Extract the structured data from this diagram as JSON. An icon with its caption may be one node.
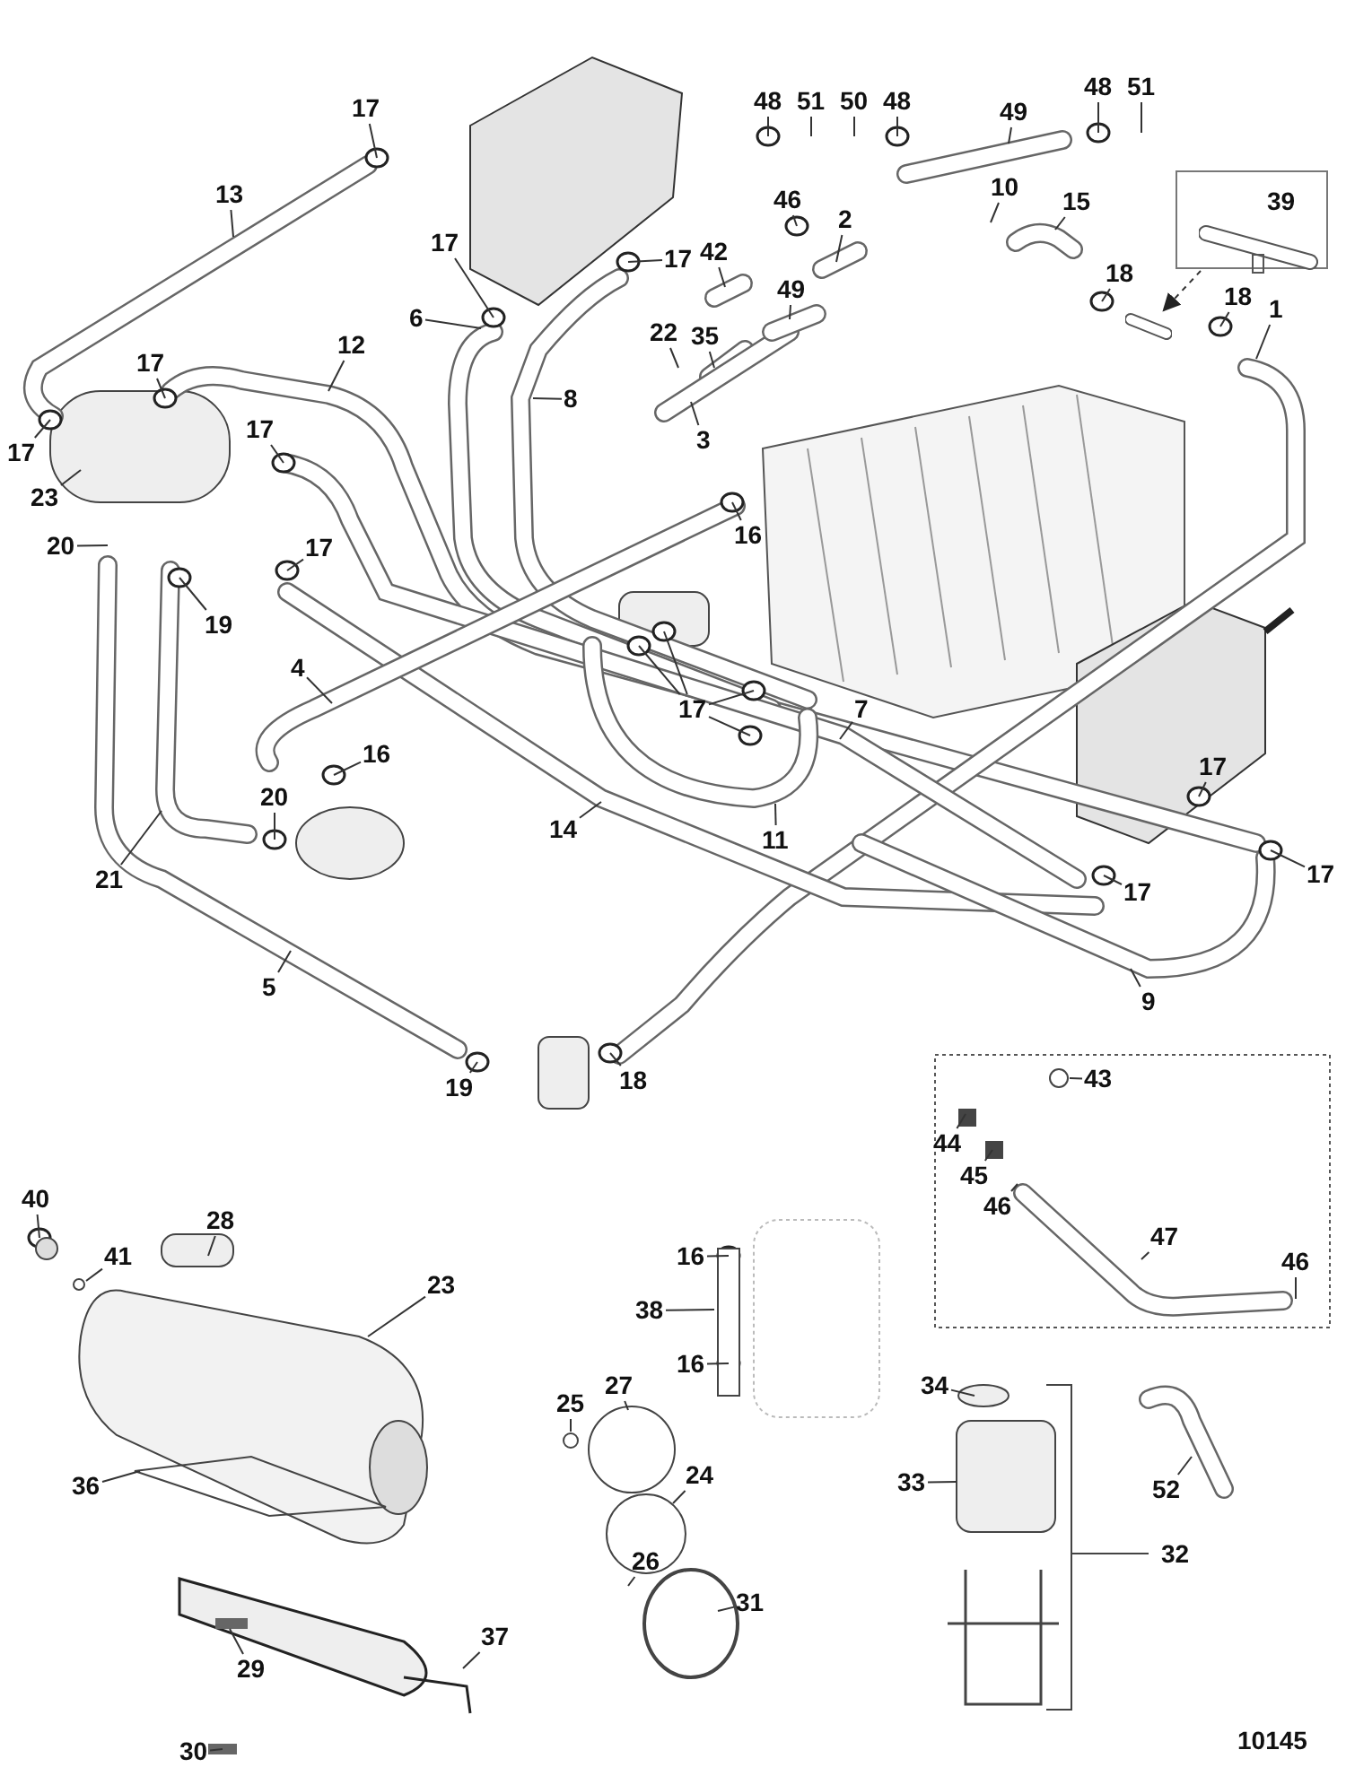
{
  "diagram": {
    "nodes": [
      {
        "text": [
          "17"
        ]
      },
      {
        "text": [
          "13"
        ]
      },
      {
        "text": [
          "17"
        ]
      },
      {
        "text": [
          "6"
        ]
      },
      {
        "text": [
          "12"
        ]
      },
      {
        "text": [
          "17"
        ]
      },
      {
        "text": [
          "17"
        ]
      },
      {
        "text": [
          "23"
        ]
      },
      {
        "text": [
          "17"
        ]
      },
      {
        "text": [
          "8"
        ]
      },
      {
        "text": [
          "20"
        ]
      },
      {
        "text": [
          "17"
        ]
      },
      {
        "text": [
          "22"
        ]
      },
      {
        "text": [
          "17"
        ]
      },
      {
        "text": [
          "48"
        ]
      },
      {
        "text": [
          "51"
        ]
      },
      {
        "text": [
          "50"
        ]
      },
      {
        "text": [
          "48"
        ]
      },
      {
        "text": [
          "49"
        ]
      },
      {
        "text": [
          "48"
        ]
      },
      {
        "text": [
          "51"
        ]
      },
      {
        "text": [
          "10"
        ]
      },
      {
        "text": [
          "39"
        ]
      },
      {
        "text": [
          "46"
        ]
      },
      {
        "text": [
          "2"
        ]
      },
      {
        "text": [
          "42"
        ]
      },
      {
        "text": [
          "49"
        ]
      },
      {
        "text": [
          "15"
        ]
      },
      {
        "text": [
          "18"
        ]
      },
      {
        "text": [
          "18"
        ]
      },
      {
        "text": [
          "1"
        ]
      },
      {
        "text": [
          "35"
        ]
      },
      {
        "text": [
          "3"
        ]
      },
      {
        "text": [
          "16"
        ]
      },
      {
        "text": [
          "19"
        ]
      },
      {
        "text": [
          "4"
        ]
      },
      {
        "text": [
          "16"
        ]
      },
      {
        "text": [
          "20"
        ]
      },
      {
        "text": [
          "14"
        ]
      },
      {
        "text": [
          "21"
        ]
      },
      {
        "text": [
          "5"
        ]
      },
      {
        "text": [
          "19"
        ]
      },
      {
        "text": [
          "18"
        ]
      },
      {
        "text": [
          "17"
        ]
      },
      {
        "text": [
          "7"
        ]
      },
      {
        "text": [
          "11"
        ]
      },
      {
        "text": [
          "17"
        ]
      },
      {
        "text": [
          "17"
        ]
      },
      {
        "text": [
          "17"
        ]
      },
      {
        "text": [
          "9"
        ]
      },
      {
        "text": [
          "43"
        ]
      },
      {
        "text": [
          "44"
        ]
      },
      {
        "text": [
          "45"
        ]
      },
      {
        "text": [
          "46"
        ]
      },
      {
        "text": [
          "47"
        ]
      },
      {
        "text": [
          "46"
        ]
      },
      {
        "text": [
          "40"
        ]
      },
      {
        "text": [
          "41"
        ]
      },
      {
        "text": [
          "28"
        ]
      },
      {
        "text": [
          "23"
        ]
      },
      {
        "text": [
          "36"
        ]
      },
      {
        "text": [
          "29"
        ]
      },
      {
        "text": [
          "37"
        ]
      },
      {
        "text": [
          "30"
        ]
      },
      {
        "text": [
          "25"
        ]
      },
      {
        "text": [
          "27"
        ]
      },
      {
        "text": [
          "24"
        ]
      },
      {
        "text": [
          "26"
        ]
      },
      {
        "text": [
          "31"
        ]
      },
      {
        "text": [
          "16"
        ]
      },
      {
        "text": [
          "38"
        ]
      },
      {
        "text": [
          "16"
        ]
      },
      {
        "text": [
          "34"
        ]
      },
      {
        "text": [
          "33"
        ]
      },
      {
        "text": [
          "52"
        ]
      },
      {
        "text": [],
        "shape": "picture"
      }
    ],
    "edges": [
      {
        "from": 0,
        "to": null,
        "arrow": "none"
      },
      {
        "from": 1,
        "to": null,
        "arrow": "none"
      },
      {
        "from": 2,
        "to": null,
        "arrow": "none"
      },
      {
        "from": 3,
        "to": null,
        "arrow": "none"
      },
      {
        "from": 4,
        "to": null,
        "arrow": "none"
      },
      {
        "from": 5,
        "to": null,
        "arrow": "none"
      },
      {
        "from": 6,
        "to": null,
        "arrow": "none"
      },
      {
        "from": 7,
        "to": null,
        "arrow": "none"
      },
      {
        "from": 8,
        "to": null,
        "arrow": "none"
      },
      {
        "from": 9,
        "to": null,
        "arrow": "none"
      },
      {
        "from": 10,
        "to": null,
        "arrow": "none"
      },
      {
        "from": 11,
        "to": null,
        "arrow": "none"
      },
      {
        "from": 12,
        "to": null,
        "arrow": "none"
      },
      {
        "from": 13,
        "to": null,
        "arrow": "none"
      },
      {
        "from": 14,
        "to": null,
        "arrow": "none"
      },
      {
        "from": 15,
        "to": null,
        "arrow": "none"
      },
      {
        "from": 16,
        "to": null,
        "arrow": "none"
      },
      {
        "from": 17,
        "to": null,
        "arrow": "none"
      },
      {
        "from": 18,
        "to": null,
        "arrow": "none"
      },
      {
        "from": 19,
        "to": null,
        "arrow": "none"
      },
      {
        "from": 20,
        "to": null,
        "arrow": "none"
      },
      {
        "from": 21,
        "to": null,
        "arrow": "none"
      },
      {
        "from": 22,
        "to": 75,
        "arrow": "to",
        "style": "dashed"
      },
      {
        "from": 23,
        "to": null,
        "arrow": "none"
      },
      {
        "from": 24,
        "to": null,
        "arrow": "none"
      },
      {
        "from": 25,
        "to": null,
        "arrow": "none"
      },
      {
        "from": 26,
        "to": null,
        "arrow": "none"
      },
      {
        "from": 27,
        "to": null,
        "arrow": "none"
      },
      {
        "from": 28,
        "to": null,
        "arrow": "none"
      },
      {
        "from": 29,
        "to": null,
        "arrow": "none"
      },
      {
        "from": 30,
        "to": null,
        "arrow": "none"
      },
      {
        "from": 31,
        "to": null,
        "arrow": "none"
      },
      {
        "from": 32,
        "to": null,
        "arrow": "none"
      },
      {
        "from": 33,
        "to": null,
        "arrow": "none"
      },
      {
        "from": 34,
        "to": null,
        "arrow": "none"
      },
      {
        "from": 35,
        "to": null,
        "arrow": "none"
      },
      {
        "from": 36,
        "to": null,
        "arrow": "none"
      },
      {
        "from": 37,
        "to": null,
        "arrow": "none"
      },
      {
        "from": 38,
        "to": null,
        "arrow": "none"
      },
      {
        "from": 39,
        "to": null,
        "arrow": "none"
      },
      {
        "from": 40,
        "to": null,
        "arrow": "none"
      },
      {
        "from": 41,
        "to": null,
        "arrow": "none"
      },
      {
        "from": 42,
        "to": null,
        "arrow": "none"
      },
      {
        "from": 43,
        "to": null,
        "arrow": "none"
      },
      {
        "from": 43,
        "to": null,
        "arrow": "none"
      },
      {
        "from": 43,
        "to": null,
        "arrow": "none"
      },
      {
        "from": 43,
        "to": null,
        "arrow": "none"
      },
      {
        "from": 44,
        "to": null,
        "arrow": "none"
      },
      {
        "from": 45,
        "to": null,
        "arrow": "none"
      },
      {
        "from": 46,
        "to": null,
        "arrow": "none"
      },
      {
        "from": 47,
        "to": null,
        "arrow": "none"
      },
      {
        "from": 48,
        "to": null,
        "arrow": "none"
      },
      {
        "from": 49,
        "to": null,
        "arrow": "none"
      },
      {
        "from": 50,
        "to": null,
        "arrow": "none"
      },
      {
        "from": 51,
        "to": null,
        "arrow": "none"
      },
      {
        "from": 52,
        "to": null,
        "arrow": "none"
      },
      {
        "from": 53,
        "to": null,
        "arrow": "none"
      },
      {
        "from": 54,
        "to": null,
        "arrow": "none"
      },
      {
        "from": 55,
        "to": null,
        "arrow": "none"
      },
      {
        "from": 56,
        "to": null,
        "arrow": "none"
      },
      {
        "from": 57,
        "to": null,
        "arrow": "none"
      },
      {
        "from": 58,
        "to": null,
        "arrow": "none"
      },
      {
        "from": 59,
        "to": null,
        "arrow": "none"
      },
      {
        "from": 60,
        "to": null,
        "arrow": "none"
      },
      {
        "from": 61,
        "to": null,
        "arrow": "none"
      },
      {
        "from": 62,
        "to": null,
        "arrow": "none"
      },
      {
        "from": 63,
        "to": null,
        "arrow": "none"
      },
      {
        "from": 64,
        "to": null,
        "arrow": "none"
      },
      {
        "from": 65,
        "to": null,
        "arrow": "none"
      },
      {
        "from": 66,
        "to": null,
        "arrow": "none"
      },
      {
        "from": 67,
        "to": null,
        "arrow": "none"
      },
      {
        "from": 68,
        "to": null,
        "arrow": "none"
      },
      {
        "from": 69,
        "to": null,
        "arrow": "none"
      },
      {
        "from": 70,
        "to": null,
        "arrow": "none"
      },
      {
        "from": 71,
        "to": null,
        "arrow": "none"
      },
      {
        "from": 72,
        "to": null,
        "arrow": "none"
      },
      {
        "from": 73,
        "to": null,
        "arrow": "none"
      },
      {
        "from": 74,
        "to": null,
        "arrow": "none"
      }
    ],
    "labels": [
      "32",
      "10145"
    ]
  }
}
